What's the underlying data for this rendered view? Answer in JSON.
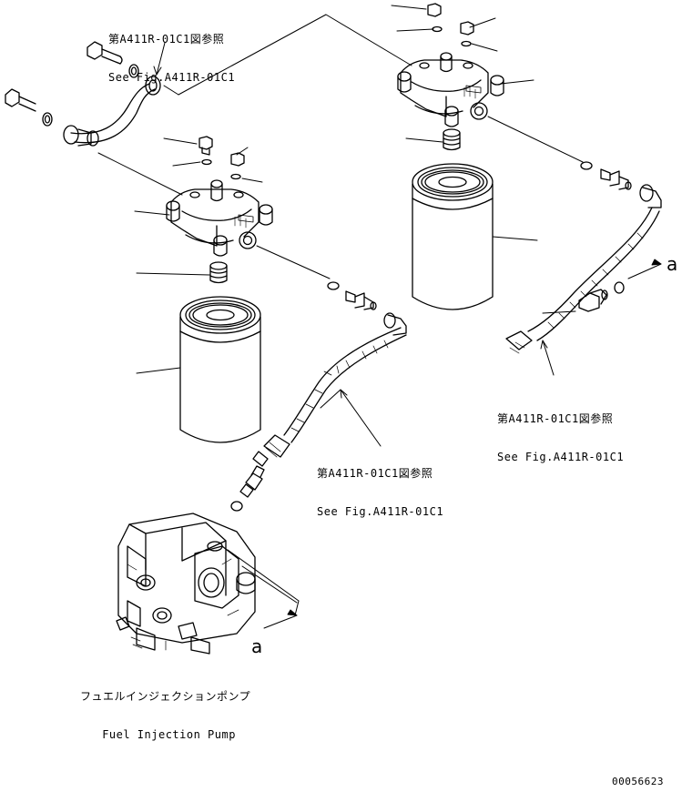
{
  "references": [
    {
      "jp": "第A411R-01C1図参照",
      "en": "See Fig.A411R-01C1"
    },
    {
      "jp": "第A411R-01C1図参照",
      "en": "See Fig.A411R-01C1"
    },
    {
      "jp": "第A411R-01C1図参照",
      "en": "See Fig.A411R-01C1"
    }
  ],
  "pump_label": {
    "jp": "フュエルインジェクションポンプ",
    "en": "Fuel Injection Pump"
  },
  "connection_marks": [
    "a",
    "a"
  ],
  "drawing_number": "00056623"
}
